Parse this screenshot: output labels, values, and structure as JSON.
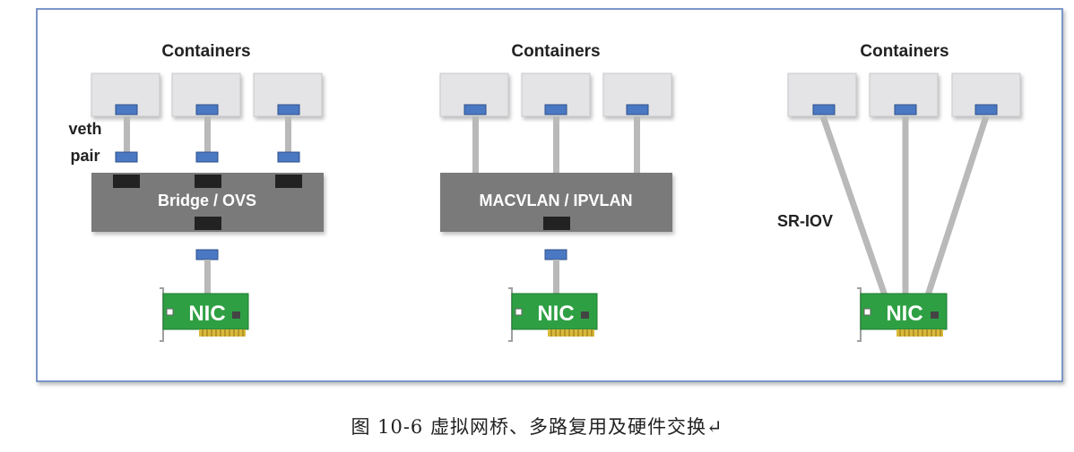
{
  "diagram": {
    "panels": [
      {
        "id": "bridge",
        "containers_label": "Containers",
        "link_label_line1": "veth",
        "link_label_line2": "pair",
        "switch_label": "Bridge / OVS",
        "nic_label": "NIC"
      },
      {
        "id": "macvlan",
        "containers_label": "Containers",
        "switch_label": "MACVLAN / IPVLAN",
        "nic_label": "NIC"
      },
      {
        "id": "sriov",
        "containers_label": "Containers",
        "link_label": "SR-IOV",
        "nic_label": "NIC"
      }
    ],
    "colors": {
      "container_fill": "#e4e4e6",
      "port_blue": "#4a78c2",
      "port_dark": "#222222",
      "switch_fill": "#7a7a7a",
      "link_gray": "#b9b9b9",
      "nic_green": "#2ea043",
      "nic_gold": "#d9b93b"
    }
  },
  "caption": "图 10-6  虚拟网桥、多路复用及硬件交换↵"
}
